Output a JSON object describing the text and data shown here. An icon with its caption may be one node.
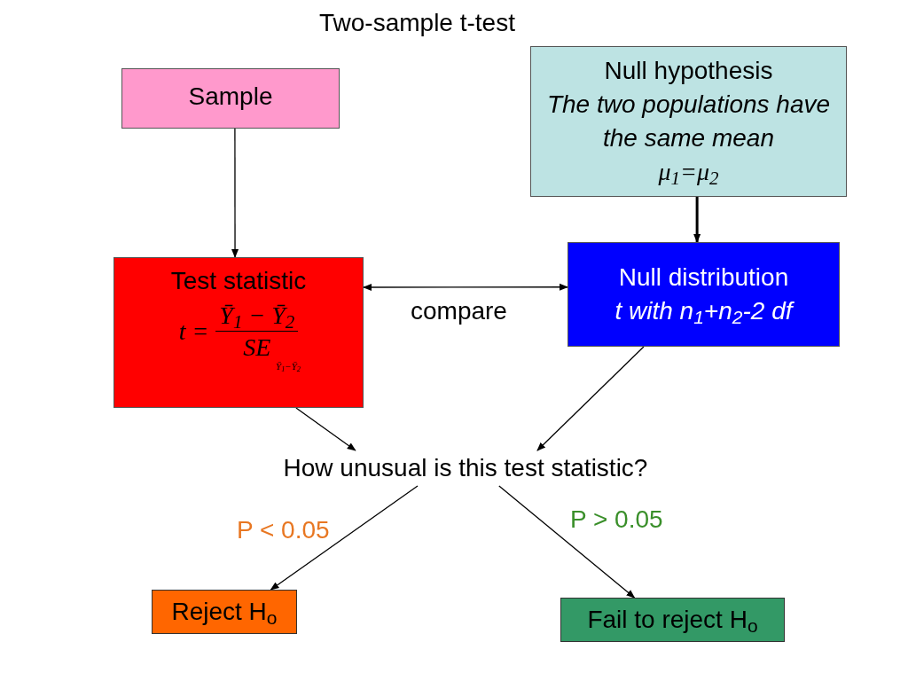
{
  "diagram": {
    "title": "Two-sample t-test",
    "nodes": [
      {
        "text": [
          "Sample"
        ]
      },
      {
        "text": [
          "Null hypothesis",
          "The two populations have the same mean",
          "μ$_{1}$=μ$_{2}$"
        ]
      },
      {
        "text": [
          "Test statistic",
          "t =",
          "Ȳ$_{1}$ − Ȳ$_{2}$",
          "SE",
          "Ȳ$_{1}$−Ȳ$_{2}$"
        ]
      },
      {
        "text": [
          "Null distribution",
          "t with n$_{1}$+n$_{2}$-2 df"
        ]
      },
      {
        "text": [
          "How unusual is this test statistic?"
        ]
      },
      {
        "text": [
          "Reject H$_{o}$"
        ]
      },
      {
        "text": [
          "Fail to reject H$_{o}$"
        ]
      }
    ],
    "edges": [
      {
        "from": 0,
        "to": 2,
        "arrow": "to"
      },
      {
        "from": 1,
        "to": 3,
        "arrow": "to",
        "style": "thick"
      },
      {
        "from": 2,
        "to": 3,
        "arrow": "both",
        "label": "compare"
      },
      {
        "from": 2,
        "to": 4,
        "arrow": "to"
      },
      {
        "from": 3,
        "to": 4,
        "arrow": "to"
      },
      {
        "from": 4,
        "to": 5,
        "arrow": "to",
        "label": "P < 0.05"
      },
      {
        "from": 4,
        "to": 6,
        "arrow": "to",
        "label": "P > 0.05"
      }
    ]
  }
}
